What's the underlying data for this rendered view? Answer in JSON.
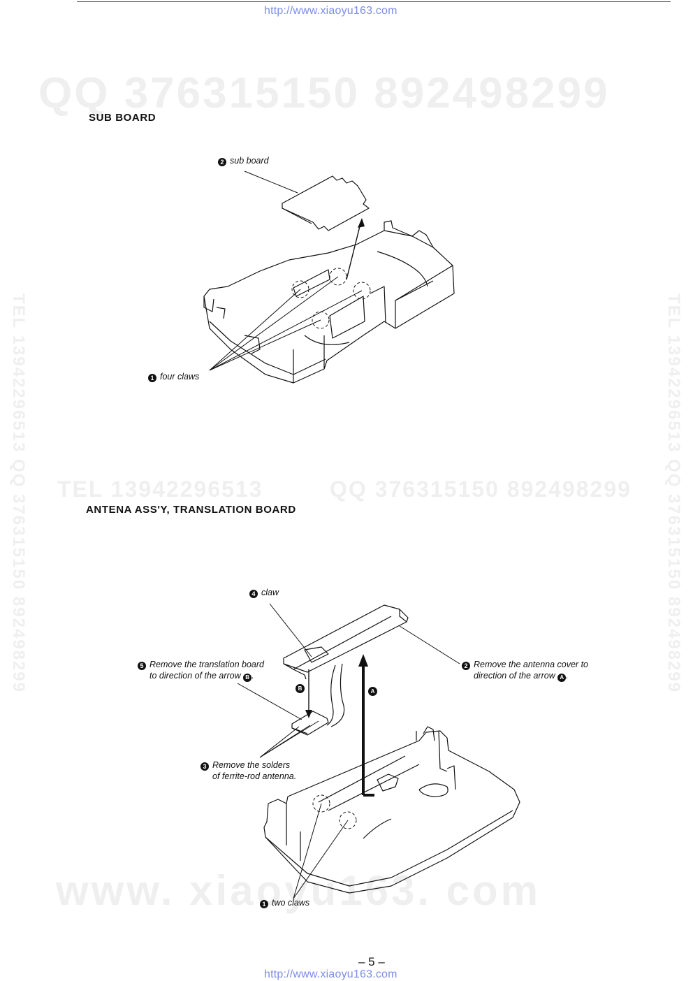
{
  "source_url": "http://www.xiaoyu163.com",
  "watermarks": {
    "qq_large": "QQ 376315150   892498299",
    "tel_middle": "TEL 13942296513",
    "qq_middle": "QQ 376315150 892498299",
    "site_bottom": "www. xiaoyu163. com",
    "vertical": "TEL 13942296513 QQ 376315150 892498299"
  },
  "section1": {
    "title": "SUB BOARD",
    "callouts": [
      {
        "num": "2",
        "text": "sub board"
      },
      {
        "num": "1",
        "text": "four claws"
      }
    ]
  },
  "section2": {
    "title": "ANTENA ASS'Y, TRANSLATION BOARD",
    "callouts": [
      {
        "num": "4",
        "text": "claw"
      },
      {
        "num": "5",
        "line1": "Remove the translation board",
        "line2": "to direction of the arrow",
        "ref": "B"
      },
      {
        "num": "2",
        "line1": "Remove the antenna cover to",
        "line2": "direction of the arrow",
        "ref": "A"
      },
      {
        "num": "3",
        "line1": "Remove the solders",
        "line2": "of  ferrite-rod antenna."
      },
      {
        "num": "1",
        "text": "two claws"
      }
    ],
    "arrow_markers": [
      "B",
      "A"
    ]
  },
  "page_number": "– 5 –"
}
